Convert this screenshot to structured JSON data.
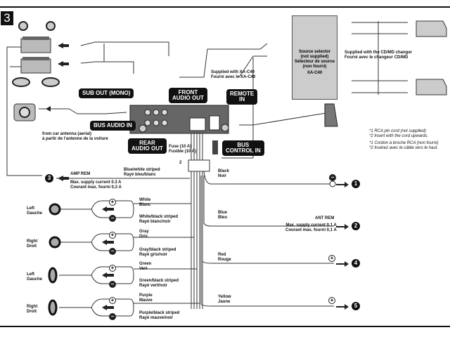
{
  "section": {
    "number": "3"
  },
  "unit_tags": {
    "sub_out": "SUB OUT (MONO)",
    "front_audio_out": "FRONT\nAUDIO OUT",
    "remote_in": "REMOTE\nIN",
    "bus_audio_in": "BUS AUDIO IN",
    "rear_audio_out": "REAR\nAUDIO OUT",
    "bus_control_in": "BUS\nCONTROL IN"
  },
  "notes": {
    "from_antenna_en": "from car antenna (aerial)",
    "from_antenna_fr": "à partir de l'antenne de la voiture",
    "fuse_en": "Fuse (10 A)",
    "fuse_fr": "Fusible (10 A)",
    "supplied_xa_en": "Supplied with XA-C40",
    "supplied_xa_fr": "Fourni avec le XA-C40",
    "supplied_cd_en": "Supplied with the CD/MD changer",
    "supplied_cd_fr": "Fourni avec le changeur CD/MD",
    "footnote_1_mark": "*1",
    "footnote_2_mark": "*2",
    "fn1_en": "RCA pin cord (not supplied)",
    "fn2_en": "Insert with the cord upwards.",
    "fn1_fr": "Cordon à broche RCA (non fourni)",
    "fn2_fr": "Insérez avec le câble vers le haut.",
    "connector_marker": "2"
  },
  "source_selector": {
    "line1": "Source selector",
    "line2": "(not supplied)",
    "line3": "Sélecteur de source",
    "line4": "(non fourni)",
    "model": "XA-C40"
  },
  "wires": {
    "amp_rem": {
      "color_en": "Blue/white striped",
      "color_fr": "Rayé bleu/blanc",
      "label": "AMP REM",
      "current_en": "Max. supply current 0.3 A",
      "current_fr": "Courant max. fourni 0,3 A",
      "ref": "3"
    },
    "ground": {
      "color_en": "Black",
      "color_fr": "Noir",
      "ref": "1"
    },
    "ant_rem": {
      "color_en": "Blue",
      "color_fr": "Bleu",
      "label": "ANT REM",
      "current_en": "Max. supply current 0.1 A",
      "current_fr": "Courant max. fourni 0,1 A",
      "ref": "2"
    },
    "red": {
      "color_en": "Red",
      "color_fr": "Rouge",
      "ref": "4"
    },
    "yellow": {
      "color_en": "Yellow",
      "color_fr": "Jaune",
      "ref": "5"
    }
  },
  "speakers": [
    {
      "side_en": "Left",
      "side_fr": "Gauche",
      "pos_en": "White",
      "pos_fr": "Blanc",
      "neg_en": "White/black striped",
      "neg_fr": "Rayé blanc/noir"
    },
    {
      "side_en": "Right",
      "side_fr": "Droit",
      "pos_en": "Gray",
      "pos_fr": "Gris",
      "neg_en": "Gray/black striped",
      "neg_fr": "Rayé gris/noir"
    },
    {
      "side_en": "Left",
      "side_fr": "Gauche",
      "pos_en": "Green",
      "pos_fr": "Vert",
      "neg_en": "Green/black striped",
      "neg_fr": "Rayé vert/noir"
    },
    {
      "side_en": "Right",
      "side_fr": "Droit",
      "pos_en": "Purple",
      "pos_fr": "Mauve",
      "neg_en": "Purple/black striped",
      "neg_fr": "Rayé mauve/noir"
    }
  ],
  "symbols": {
    "plus": "+",
    "minus": "−"
  }
}
